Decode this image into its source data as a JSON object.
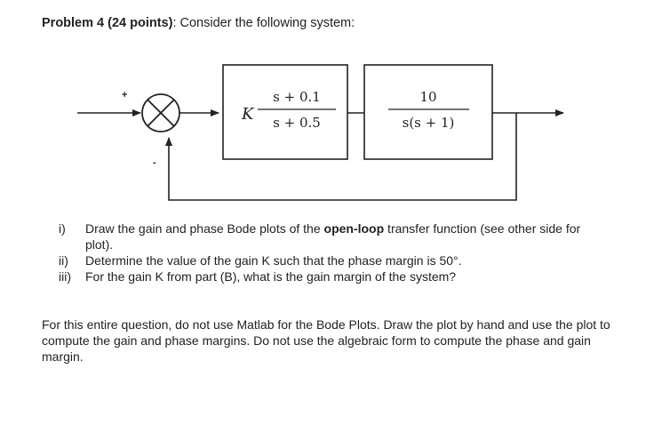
{
  "problem": {
    "title": "Problem 4 (24 points)",
    "intro": ": Consider the following system:"
  },
  "diagram": {
    "plus_sign": "+",
    "minus_sign": "-",
    "block1": {
      "gain": "K",
      "numerator": "s + 0.1",
      "denominator": "s + 0.5"
    },
    "block2": {
      "numerator": "10",
      "denominator": "s(s + 1)"
    }
  },
  "tasks": [
    {
      "marker": "i)",
      "before": "Draw the gain and phase Bode plots of the ",
      "bold": "open-loop",
      "after": " transfer function (see other side for plot)."
    },
    {
      "marker": "ii)",
      "text": "Determine the value of the gain K such that the phase margin is 50°."
    },
    {
      "marker": "iii)",
      "text": "For the gain K from part (B), what is the gain margin of the system?"
    }
  ],
  "instructions": "For this entire question, do not use Matlab for the Bode Plots.  Draw the plot by hand and use the plot to compute the gain and phase margins.  Do not use the algebraic form to compute the phase and gain margin."
}
